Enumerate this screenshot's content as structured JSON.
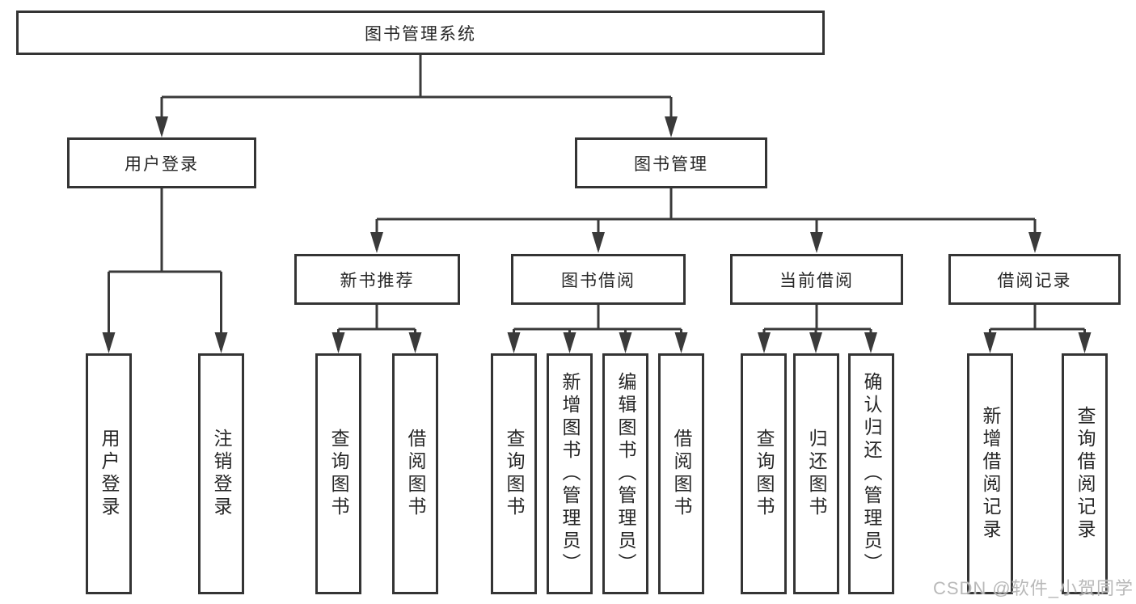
{
  "colors": {
    "background": "#ffffff",
    "line": "#3a3a3a",
    "box_border": "#343434",
    "text": "#262626",
    "watermark": "#b9b9b9"
  },
  "watermark": {
    "text": "CSDN @软件_小贺同学"
  },
  "diagram": {
    "type": "hierarchy",
    "title": "图书管理系统",
    "branches": [
      {
        "label": "用户登录",
        "children": [
          {
            "label": "用户登录"
          },
          {
            "label": "注销登录"
          }
        ]
      },
      {
        "label": "图书管理",
        "children": [
          {
            "label": "新书推荐",
            "children": [
              {
                "label": "查询图书"
              },
              {
                "label": "借阅图书"
              }
            ]
          },
          {
            "label": "图书借阅",
            "children": [
              {
                "label": "查询图书"
              },
              {
                "label": "新增图书（管理员）"
              },
              {
                "label": "编辑图书（管理员）"
              },
              {
                "label": "借阅图书"
              }
            ]
          },
          {
            "label": "当前借阅",
            "children": [
              {
                "label": "查询图书"
              },
              {
                "label": "归还图书"
              },
              {
                "label": "确认归还（管理员）"
              }
            ]
          },
          {
            "label": "借阅记录",
            "children": [
              {
                "label": "新增借阅记录"
              },
              {
                "label": "查询借阅记录"
              }
            ]
          }
        ]
      }
    ]
  }
}
